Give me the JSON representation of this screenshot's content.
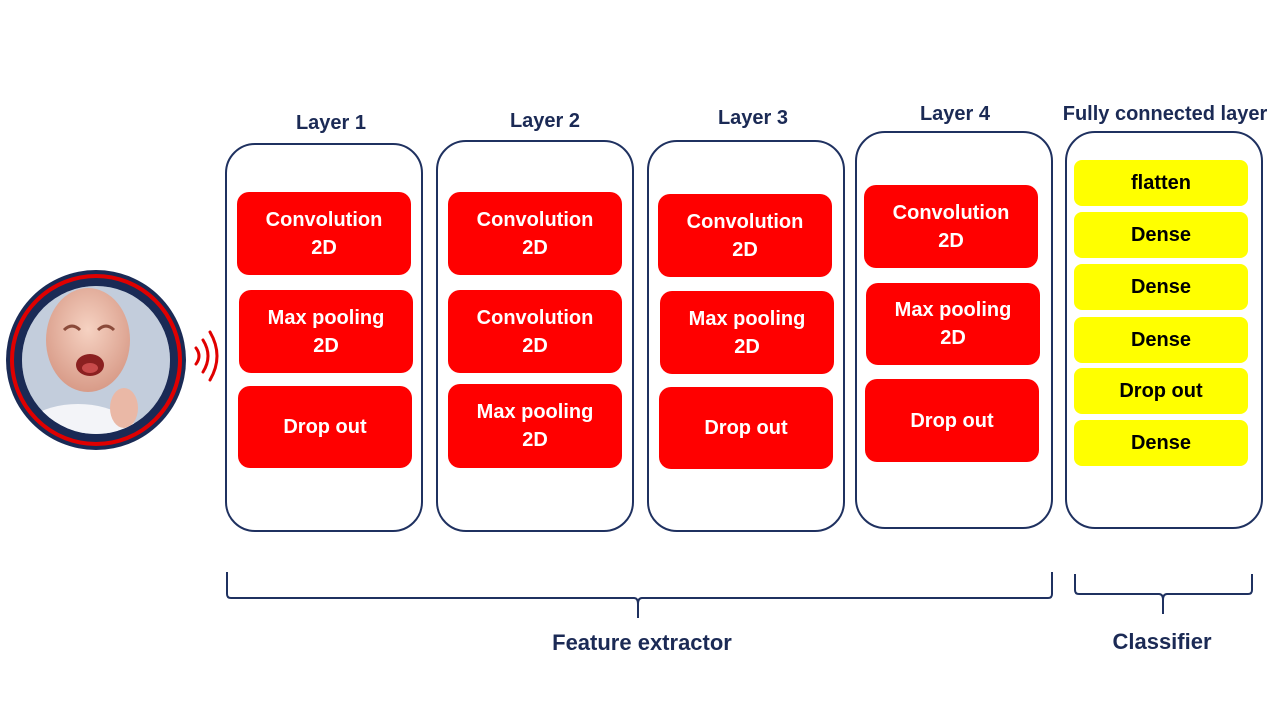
{
  "layers": [
    {
      "title": "Layer 1",
      "blocks": [
        "Convolution\n2D",
        "Max pooling\n2D",
        "Drop out"
      ]
    },
    {
      "title": "Layer 2",
      "blocks": [
        "Convolution\n2D",
        "Convolution\n2D",
        "Max pooling\n2D"
      ]
    },
    {
      "title": "Layer 3",
      "blocks": [
        "Convolution\n2D",
        "Max pooling\n2D",
        "Drop out"
      ]
    },
    {
      "title": "Layer 4",
      "blocks": [
        "Convolution\n2D",
        "Max pooling\n2D",
        "Drop out"
      ]
    }
  ],
  "fully_connected": {
    "title": "Fully connected layer",
    "blocks": [
      "flatten",
      "Dense",
      "Dense",
      "Dense",
      "Drop out",
      "Dense"
    ]
  },
  "groups": {
    "feature_extractor": "Feature extractor",
    "classifier": "Classifier"
  },
  "colors": {
    "block_red": "#ff0000",
    "block_yellow": "#ffff00",
    "outline_navy": "#1f3160",
    "sound_red": "#e00000"
  },
  "icons": [
    "crying-baby-image",
    "sound-waves-icon"
  ]
}
